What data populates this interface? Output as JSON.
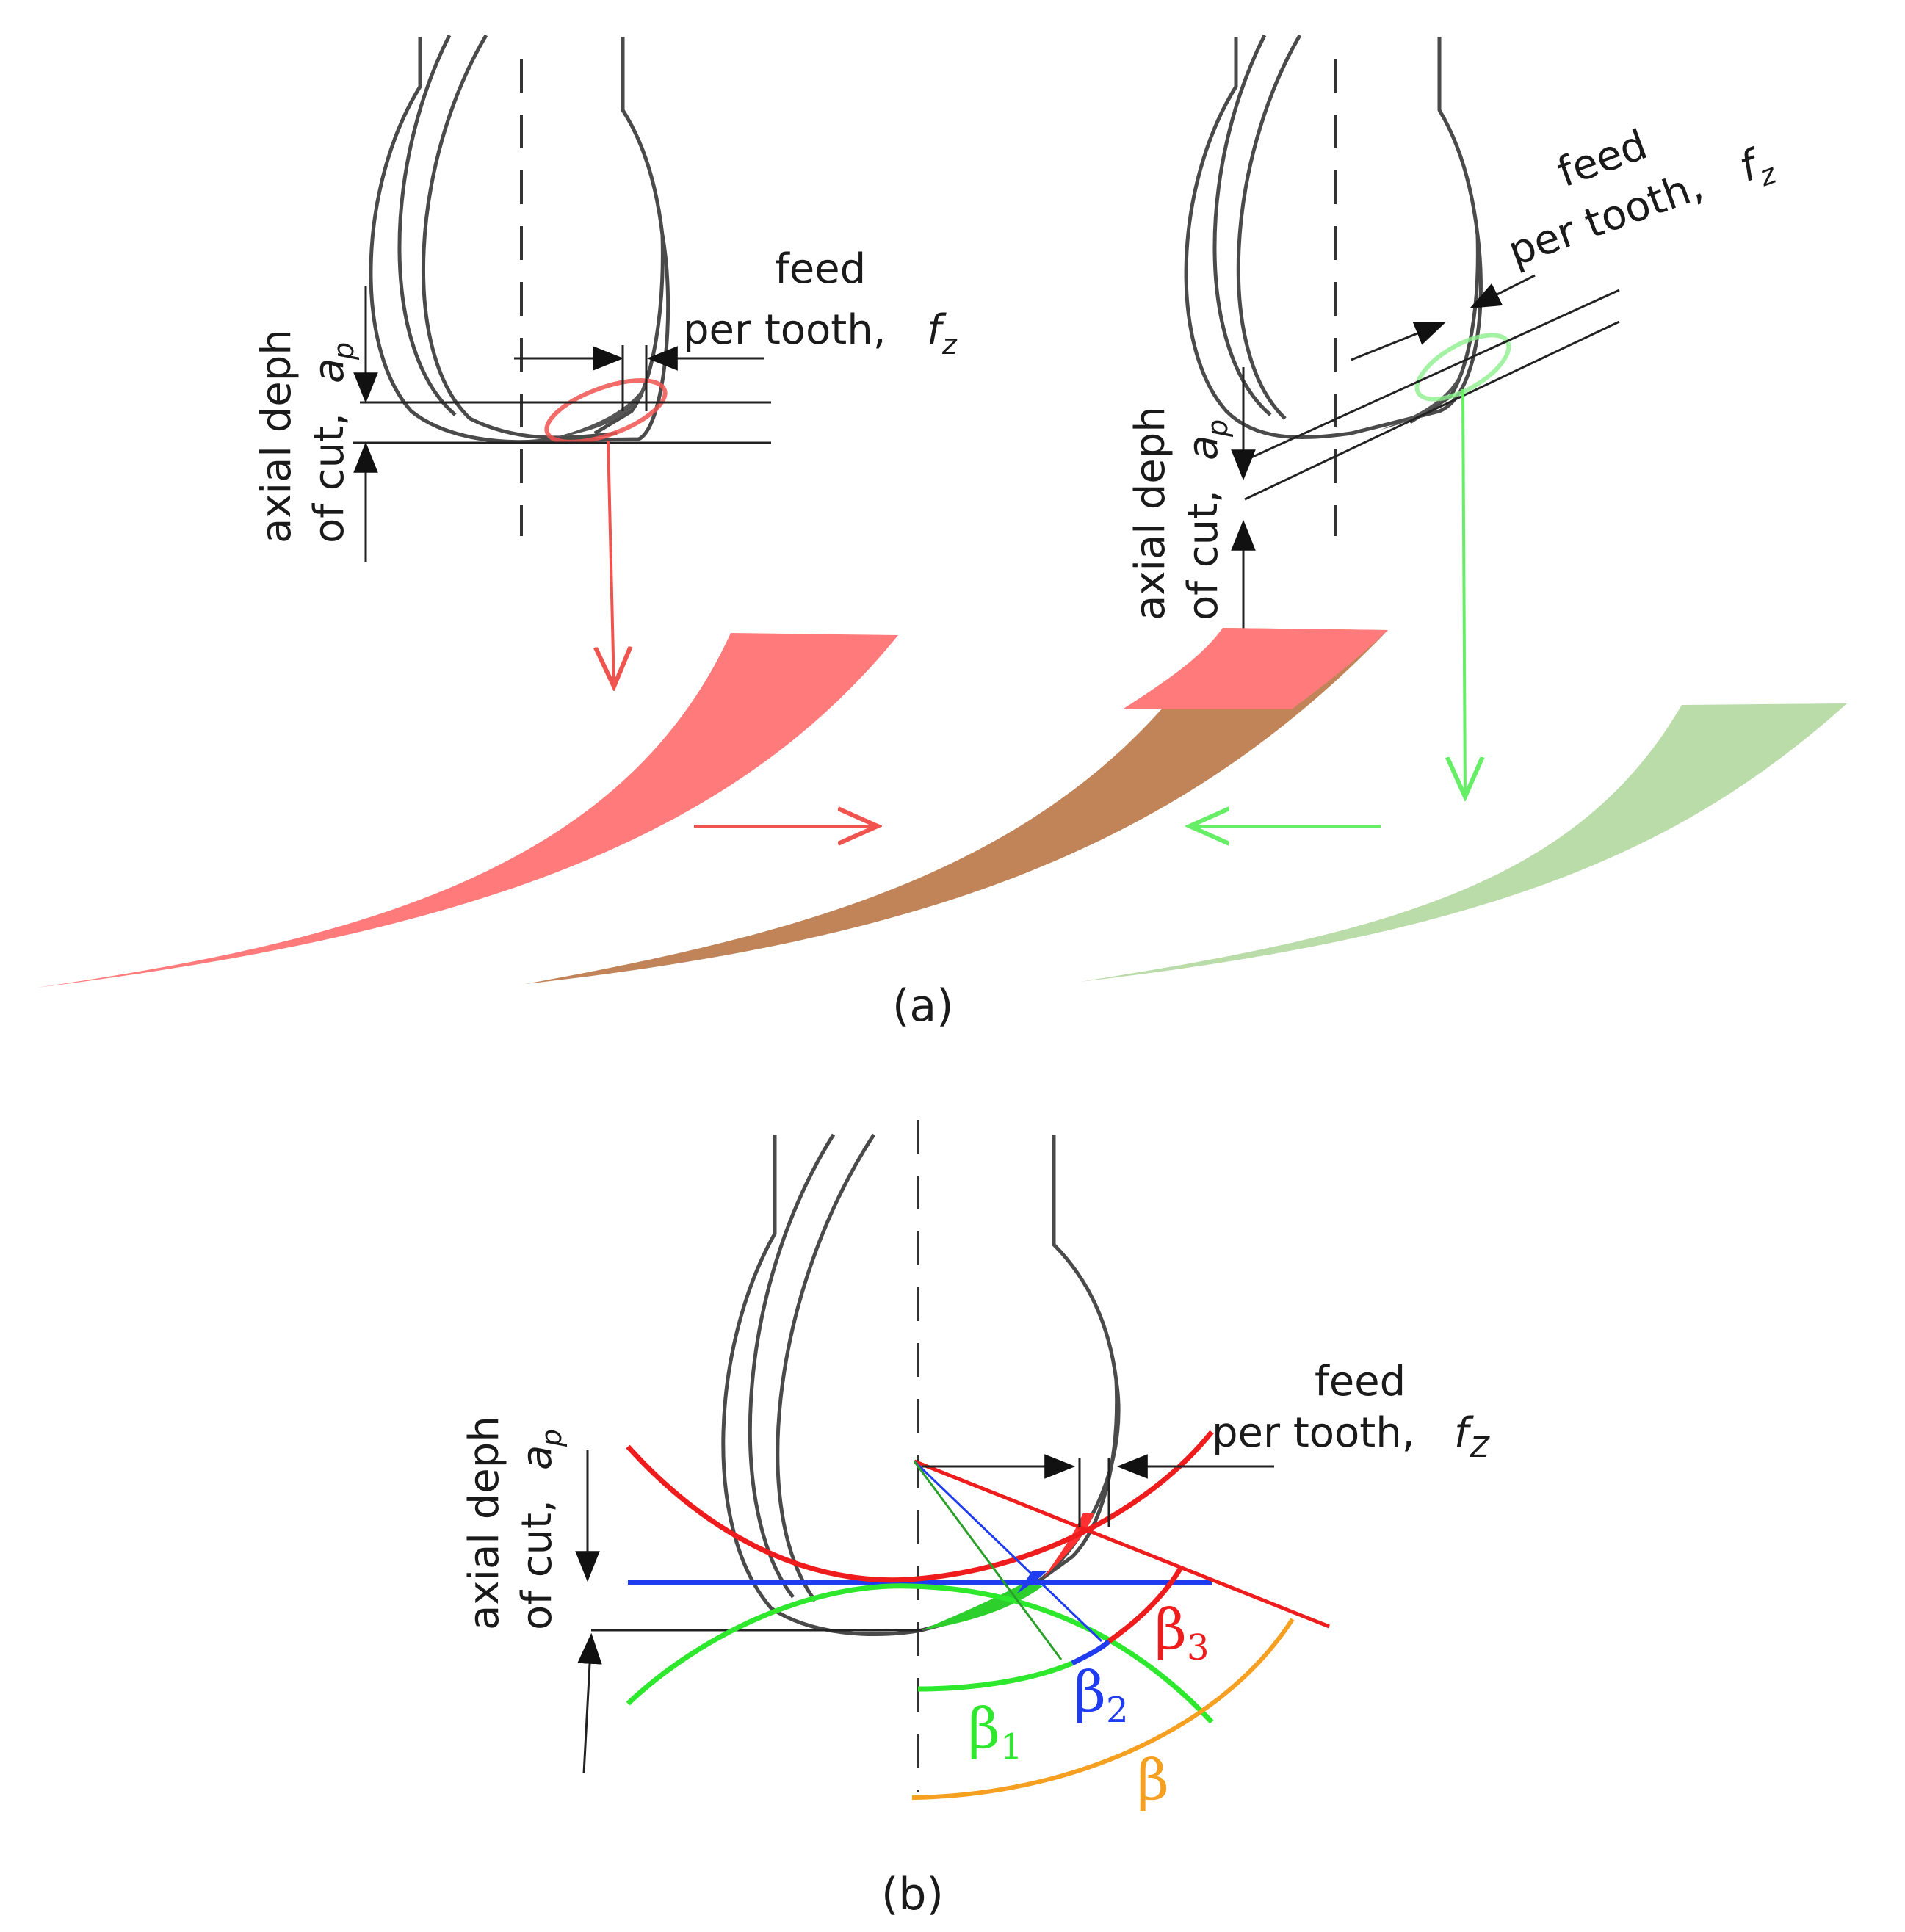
{
  "colors": {
    "red": "#ff7b7b",
    "red_line": "#f0544f",
    "green": "#b9dca8",
    "green_line": "#66ee66",
    "brown": "#c08458",
    "blue": "#1f3cf0",
    "orange": "#f5a020",
    "tool": "#4a4a4a"
  },
  "panel_a": {
    "caption": "(a)",
    "left_tool": {
      "feed_line1": "feed",
      "feed_line2": "per tooth,",
      "feed_symbol": "f",
      "feed_sub": "z",
      "depth_line1": "axial deph",
      "depth_line2": "of cut,",
      "depth_symbol": "a",
      "depth_sub": "p"
    },
    "right_tool": {
      "feed_line1": "feed",
      "feed_line2": "per tooth,",
      "feed_symbol": "f",
      "feed_sub": "z",
      "depth_line1": "axial deph",
      "depth_line2": "of cut,",
      "depth_symbol": "a",
      "depth_sub": "p"
    }
  },
  "panel_b": {
    "caption": "(b)",
    "feed_line1": "feed",
    "feed_line2": "per tooth,",
    "feed_symbol": "f",
    "feed_sub": "Z",
    "depth_line1": "axial deph",
    "depth_line2": "of cut,",
    "depth_symbol": "a",
    "depth_sub": "p",
    "angles": {
      "beta": "β",
      "beta1_sub": "1",
      "beta2_sub": "2",
      "beta3_sub": "3"
    }
  }
}
